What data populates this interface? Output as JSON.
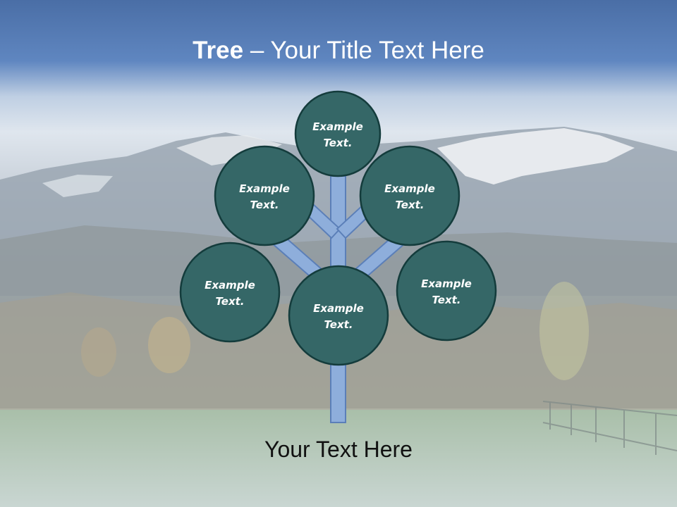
{
  "title": {
    "bold": "Tree",
    "rest": " – Your Title Text Here"
  },
  "footer": "Your Text Here",
  "colors": {
    "node_fill": "#356767",
    "node_stroke": "#143c3c",
    "branch_fill": "#8eaedb",
    "branch_stroke": "#5b7fb8",
    "sky_top": "#4e78b3"
  },
  "nodes": [
    {
      "line1": "Example",
      "line2": "Text."
    },
    {
      "line1": "Example",
      "line2": "Text."
    },
    {
      "line1": "Example",
      "line2": "Text."
    },
    {
      "line1": "Example",
      "line2": "Text."
    },
    {
      "line1": "Example",
      "line2": "Text."
    },
    {
      "line1": "Example",
      "line2": "Text."
    }
  ]
}
